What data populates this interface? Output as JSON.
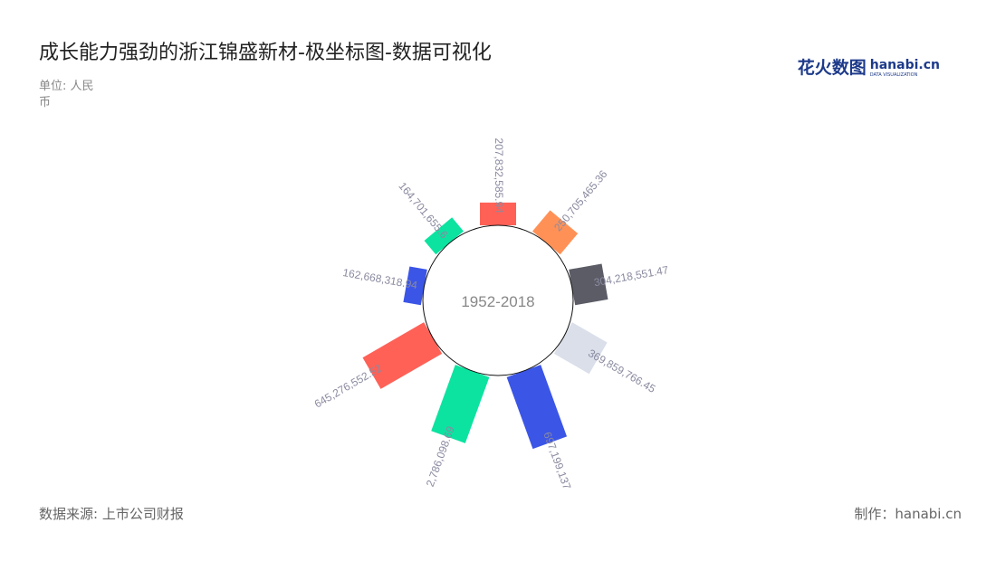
{
  "title": "成长能力强劲的浙江锦盛新材-极坐标图-数据可视化",
  "unit": "单位: 人民币",
  "source": "数据来源: 上市公司财报",
  "credit": "制作：hanabi.cn",
  "logo": {
    "cn": "花火数图",
    "en": "hanabi.cn",
    "sub": "DATA VISUALIZATION"
  },
  "chart_data": {
    "type": "bar",
    "polar": true,
    "center_label": "1952-2018",
    "labels": [
      "207,832,585.94",
      "250,705,465.36",
      "304,218,551.47",
      "369,859,766.45",
      "697,199,137.",
      "2,786,098.69",
      "645,276,552.52",
      "162,668,318.94",
      "164,701,655.6"
    ],
    "values": [
      207832585.94,
      250705465.36,
      304218551.47,
      369859766.45,
      697199137,
      642786098.69,
      645276552.52,
      162668318.94,
      164701655.6
    ],
    "colors": [
      "#FF6157",
      "#FF9157",
      "#5B5C66",
      "#DADFEA",
      "#3B55E6",
      "#0CE3A0",
      "#FF6157",
      "#3B55E6",
      "#0CE3A0"
    ]
  }
}
